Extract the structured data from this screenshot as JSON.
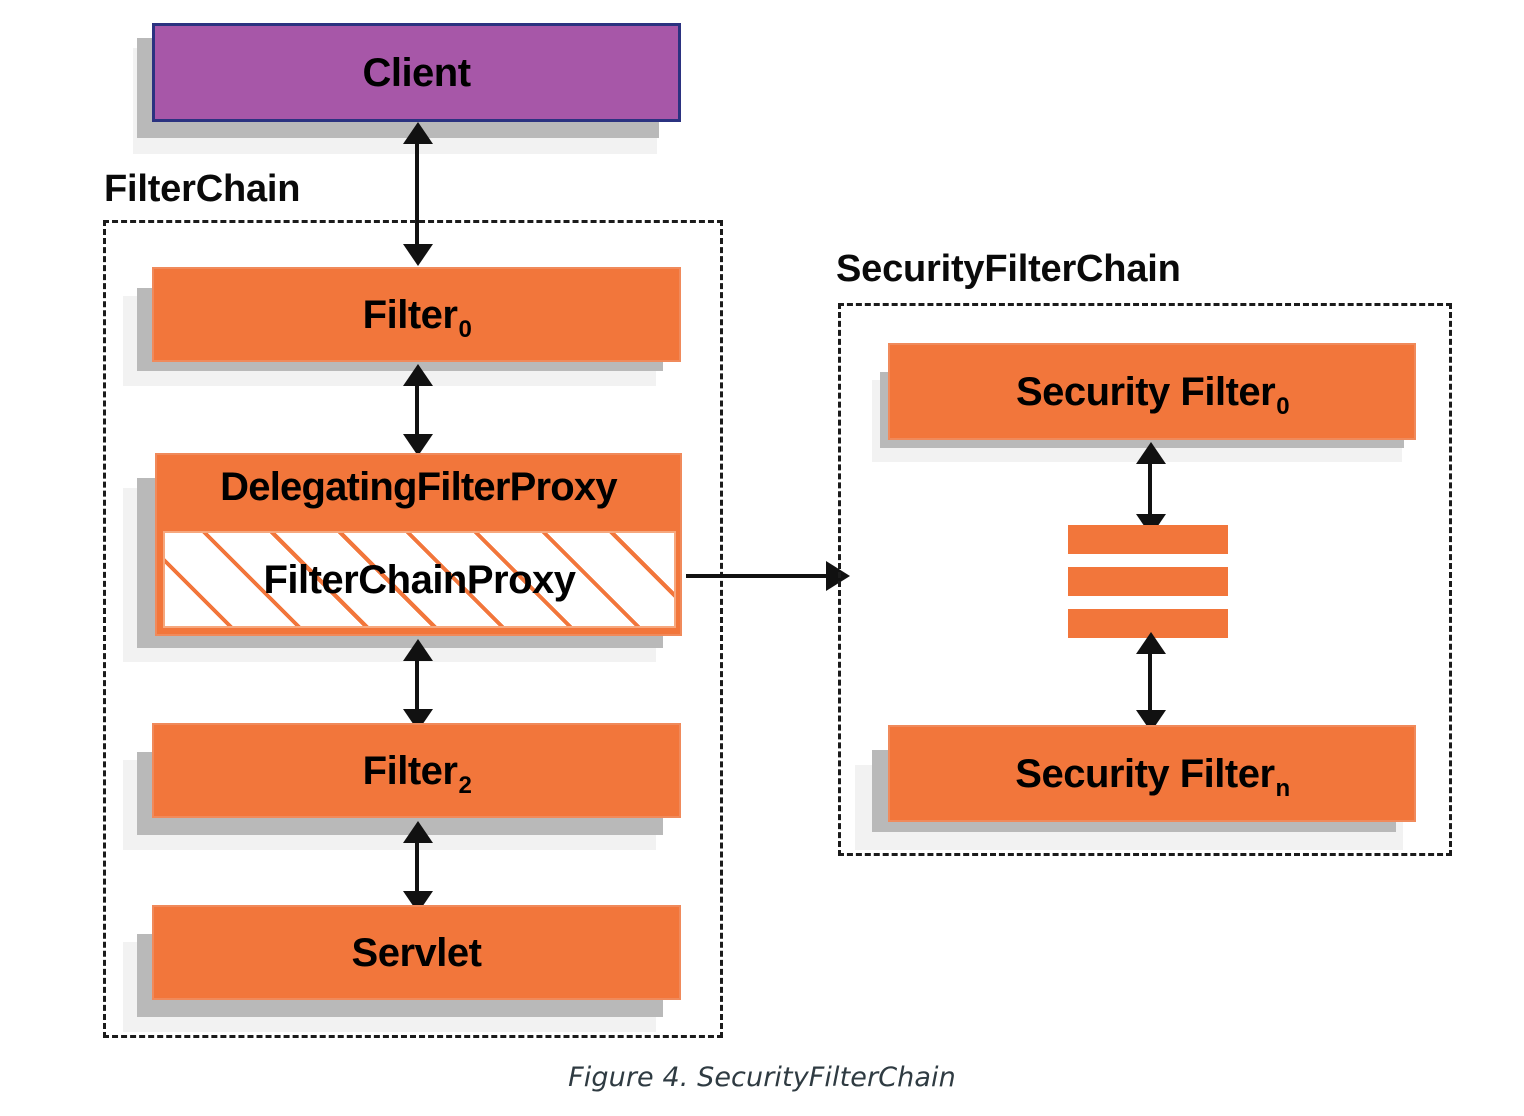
{
  "figure": {
    "caption": "Figure 4. SecurityFilterChain",
    "colors": {
      "filter_fill": "#F2763B",
      "client_fill": "#A757A8",
      "client_border": "#2B3280",
      "shadow_near": "#B9B9B9",
      "shadow_far": "#F2F2F2",
      "arrow": "#111111",
      "caption_text": "#2F3B42"
    }
  },
  "client": {
    "label": "Client"
  },
  "filter_chain": {
    "group_label": "FilterChain",
    "nodes": [
      {
        "label": "Filter",
        "sub": "0"
      },
      {
        "label": "Filter",
        "sub": "2"
      },
      {
        "label": "Servlet",
        "sub": ""
      }
    ],
    "delegating_filter_proxy": {
      "title": "DelegatingFilterProxy",
      "inner_label": "FilterChainProxy"
    }
  },
  "security_filter_chain": {
    "group_label": "SecurityFilterChain",
    "nodes": [
      {
        "label": "Security Filter",
        "sub": "0"
      },
      {
        "label": "Security Filter",
        "sub": "n"
      }
    ],
    "ellipsis_bars": 3
  }
}
